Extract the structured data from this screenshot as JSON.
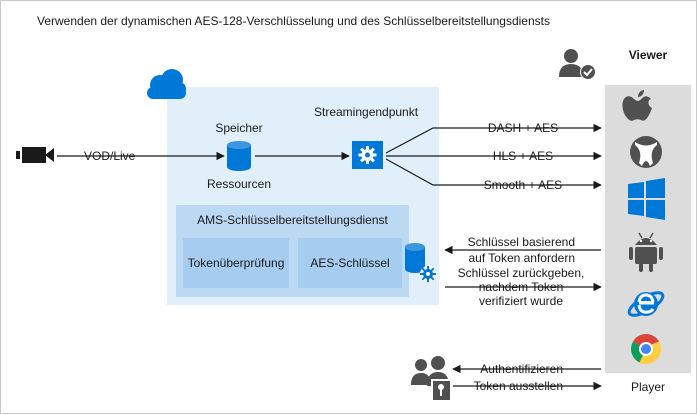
{
  "title": "Verwenden der dynamischen AES-128-Verschlüsselung und des Schlüsselbereitstellungsdiensts",
  "source_label": "VOD/Live",
  "storage": {
    "label": "Speicher",
    "sublabel": "Ressourcen"
  },
  "streaming_endpoint_label": "Streamingendpunkt",
  "key_service": {
    "title": "AMS-Schlüsselbereitstellungsdienst",
    "boxes": [
      "Tokenüberprüfung",
      "AES-Schlüssel"
    ]
  },
  "outputs": [
    "DASH + AES",
    "HLS + AES",
    "Smooth + AES"
  ],
  "key_request": {
    "line1": "Schlüssel basierend",
    "line2": "auf Token anfordern"
  },
  "key_return": {
    "line1": "Schlüssel zurückgeben,",
    "line2": "nachdem Token",
    "line3": "verifiziert wurde"
  },
  "viewer_label": "Viewer",
  "player_label": "Player",
  "auth_label": "Authentifizieren",
  "token_label": "Token ausstellen",
  "colors": {
    "accent": "#0078d7",
    "cloud_panel": "#e1effa",
    "key_panel": "#bcd9f3",
    "key_box": "#a6cdf0",
    "viewer_panel": "#dcdcdc",
    "icon_gray": "#505050"
  },
  "icons": [
    "camera-icon",
    "cloud-icon",
    "database-icon",
    "gear-icon",
    "database-gear-icon",
    "user-check-icon",
    "users-key-icon",
    "apple-icon",
    "xbox-icon",
    "windows-icon",
    "android-icon",
    "ie-icon",
    "chrome-icon"
  ]
}
